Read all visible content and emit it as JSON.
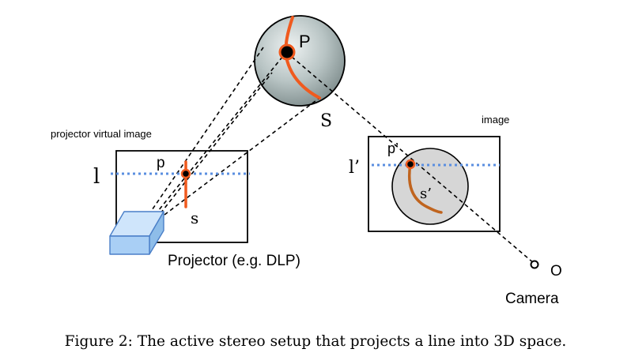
{
  "labels": {
    "P": "P",
    "S": "S",
    "projector_virtual_image": "projector virtual image",
    "l": "l",
    "p": "p",
    "s": "s",
    "projector": "Projector (e.g. DLP)",
    "image": "image",
    "l_prime": "l’",
    "p_prime": "p’",
    "s_prime": "s’",
    "O": "O",
    "camera": "Camera"
  },
  "caption": "Figure 2: The active stereo setup that projects a line into 3D space.",
  "colors": {
    "orange_line": "#f05a1e",
    "blue_dotted_line": "#5b8fe0",
    "projector_box": "#a9cff5",
    "sphere_gray": "#a9b5b5",
    "image_disk": "#d6d6d6",
    "brown_curve": "#c0641e"
  }
}
